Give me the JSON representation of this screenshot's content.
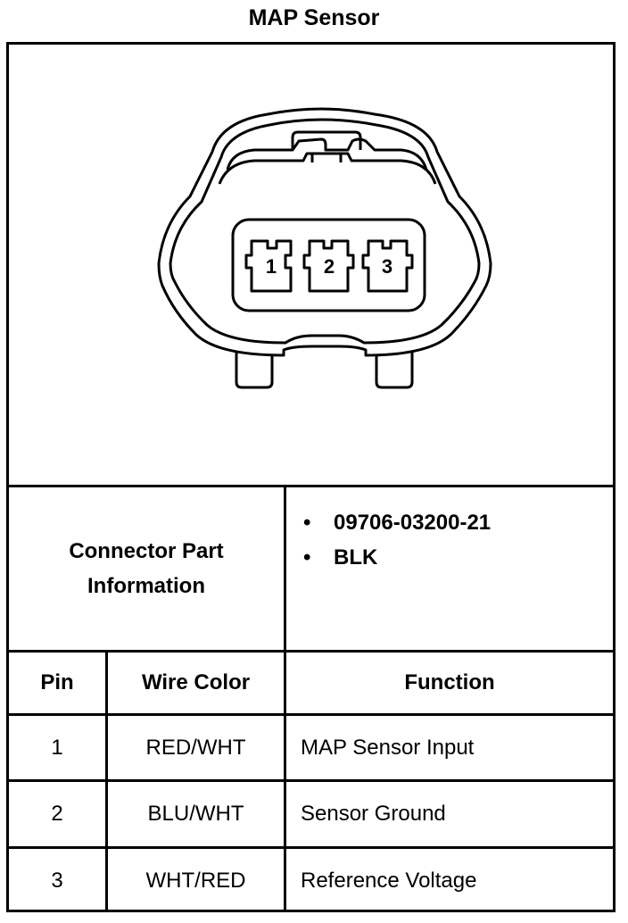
{
  "title": "MAP Sensor",
  "connector": {
    "pins": [
      "1",
      "2",
      "3"
    ]
  },
  "part_info": {
    "label_line1": "Connector Part",
    "label_line2": "Information",
    "bullet": "•",
    "items": [
      "09706-03200-21",
      "BLK"
    ]
  },
  "table": {
    "headers": [
      "Pin",
      "Wire Color",
      "Function"
    ],
    "rows": [
      [
        "1",
        "RED/WHT",
        "MAP Sensor Input"
      ],
      [
        "2",
        "BLU/WHT",
        "Sensor Ground"
      ],
      [
        "3",
        "WHT/RED",
        "Reference Voltage"
      ]
    ]
  }
}
